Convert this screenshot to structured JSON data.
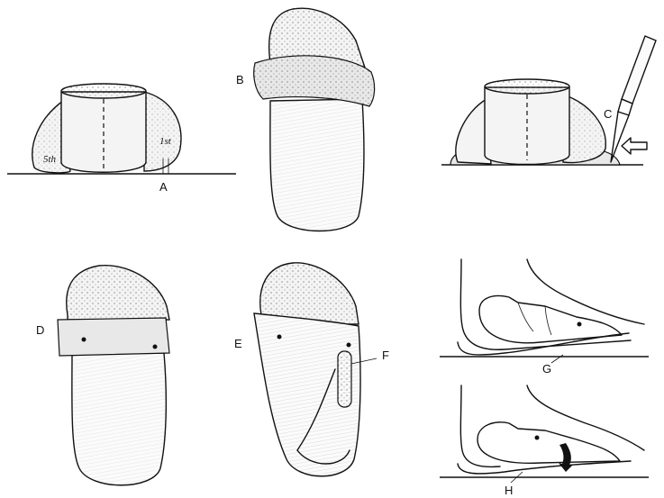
{
  "labels": {
    "A": "A",
    "B": "B",
    "C": "C",
    "D": "D",
    "E": "E",
    "F": "F",
    "G": "G",
    "H": "H"
  },
  "markings": {
    "fifth": "5th",
    "first": "1st"
  }
}
